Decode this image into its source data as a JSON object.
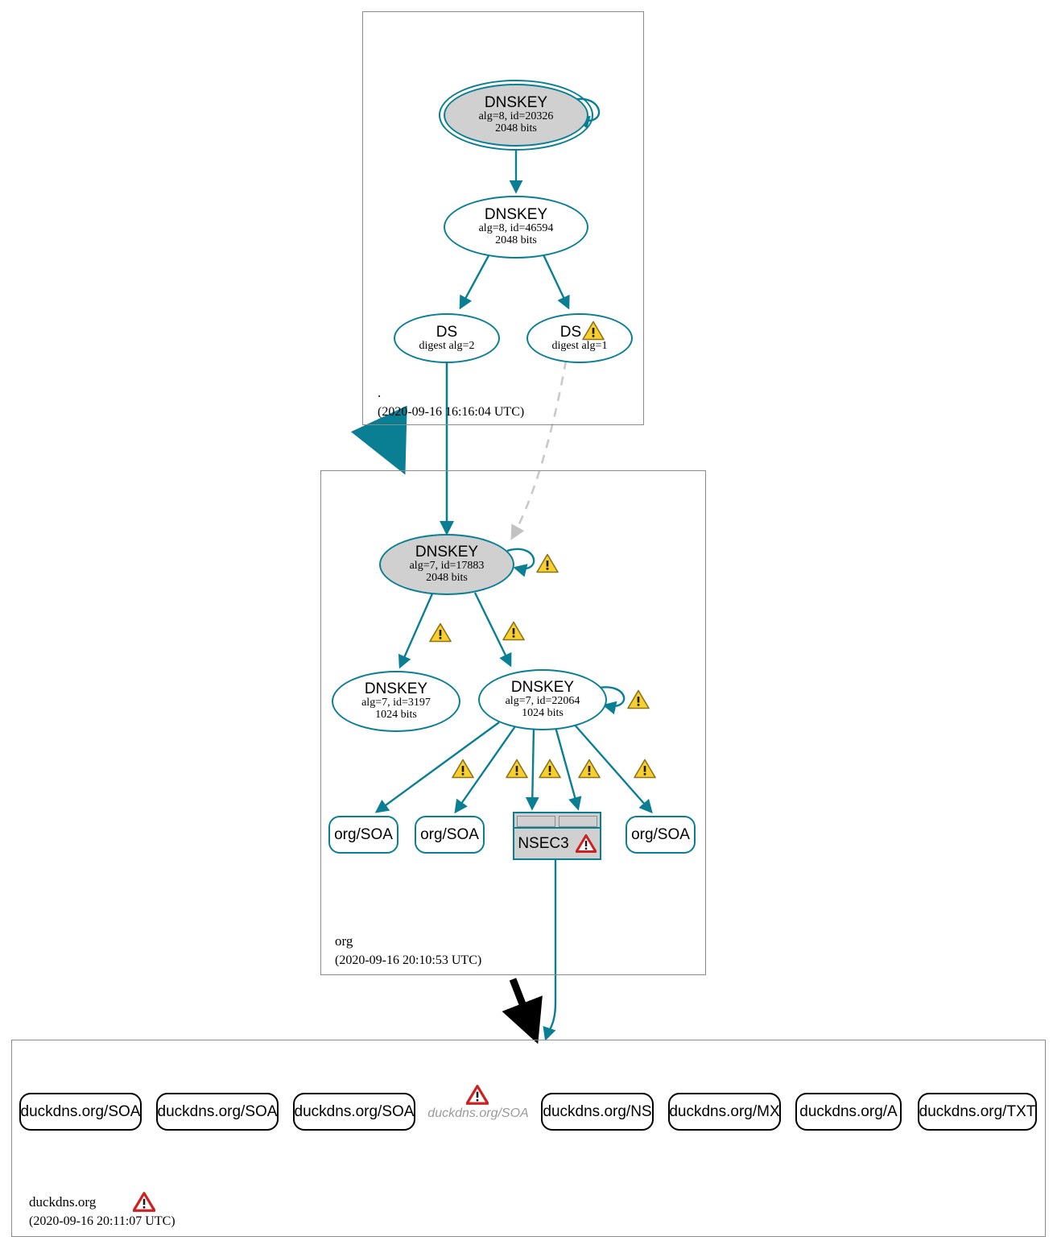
{
  "diagram": {
    "title": "DNSSEC authentication chain for duckdns.org",
    "colors": {
      "secure_edge": "#0a7f94",
      "insecure_edge": "#000000",
      "bogus_edge": "#bfbfbf",
      "key_fill": "#d0d0d0",
      "zone_border": "#8c8c8c",
      "warning": "#f5c518",
      "error": "#cc2222"
    }
  },
  "zones": [
    {
      "id": "root",
      "name": ".",
      "timestamp": "(2020-09-16 16:16:04 UTC)",
      "nodes": [
        {
          "id": "root-ksk",
          "kind": "dnskey",
          "title": "DNSKEY",
          "alg_id": "alg=8, id=20326",
          "bits": "2048 bits",
          "trust_anchor": true,
          "self_signed": true,
          "status": "secure"
        },
        {
          "id": "root-zsk",
          "kind": "dnskey",
          "title": "DNSKEY",
          "alg_id": "alg=8, id=46594",
          "bits": "2048 bits",
          "trust_anchor": false,
          "self_signed": false,
          "status": "secure"
        },
        {
          "id": "ds-alg2",
          "kind": "ds",
          "title": "DS",
          "sub": "digest alg=2",
          "status": "secure",
          "alert": "none"
        },
        {
          "id": "ds-alg1",
          "kind": "ds",
          "title": "DS",
          "sub": "digest alg=1",
          "status": "warning",
          "alert": "warning"
        }
      ]
    },
    {
      "id": "org",
      "name": "org",
      "timestamp": "(2020-09-16 20:10:53 UTC)",
      "nodes": [
        {
          "id": "org-ksk",
          "kind": "dnskey",
          "title": "DNSKEY",
          "alg_id": "alg=7, id=17883",
          "bits": "2048 bits",
          "trust_anchor": false,
          "self_signed": true,
          "status": "secure",
          "alert": "warning"
        },
        {
          "id": "org-zsk-3197",
          "kind": "dnskey",
          "title": "DNSKEY",
          "alg_id": "alg=7, id=3197",
          "bits": "1024 bits",
          "trust_anchor": false,
          "self_signed": false,
          "status": "secure"
        },
        {
          "id": "org-zsk-22064",
          "kind": "dnskey",
          "title": "DNSKEY",
          "alg_id": "alg=7, id=22064",
          "bits": "1024 bits",
          "trust_anchor": false,
          "self_signed": true,
          "status": "secure",
          "alert": "warning"
        },
        {
          "id": "org-soa-1",
          "kind": "rrset",
          "label": "org/SOA",
          "status": "secure"
        },
        {
          "id": "org-soa-2",
          "kind": "rrset",
          "label": "org/SOA",
          "status": "secure"
        },
        {
          "id": "org-nsec3",
          "kind": "nsec3",
          "label": "NSEC3",
          "status": "error",
          "alert": "error"
        },
        {
          "id": "org-soa-3",
          "kind": "rrset",
          "label": "org/SOA",
          "status": "secure"
        }
      ]
    },
    {
      "id": "duckdns",
      "name": "duckdns.org",
      "timestamp": "(2020-09-16 20:11:07 UTC)",
      "alert": "error",
      "nodes": [
        {
          "id": "dd-soa-1",
          "kind": "rrset",
          "label": "duckdns.org/SOA",
          "status": "insecure"
        },
        {
          "id": "dd-soa-2",
          "kind": "rrset",
          "label": "duckdns.org/SOA",
          "status": "insecure"
        },
        {
          "id": "dd-soa-3",
          "kind": "rrset",
          "label": "duckdns.org/SOA",
          "status": "insecure"
        },
        {
          "id": "dd-soa-bogus",
          "kind": "rrset",
          "label": "duckdns.org/SOA",
          "status": "bogus",
          "alert": "error"
        },
        {
          "id": "dd-ns",
          "kind": "rrset",
          "label": "duckdns.org/NS",
          "status": "insecure"
        },
        {
          "id": "dd-mx",
          "kind": "rrset",
          "label": "duckdns.org/MX",
          "status": "insecure"
        },
        {
          "id": "dd-a",
          "kind": "rrset",
          "label": "duckdns.org/A",
          "status": "insecure"
        },
        {
          "id": "dd-txt",
          "kind": "rrset",
          "label": "duckdns.org/TXT",
          "status": "insecure"
        }
      ]
    }
  ]
}
